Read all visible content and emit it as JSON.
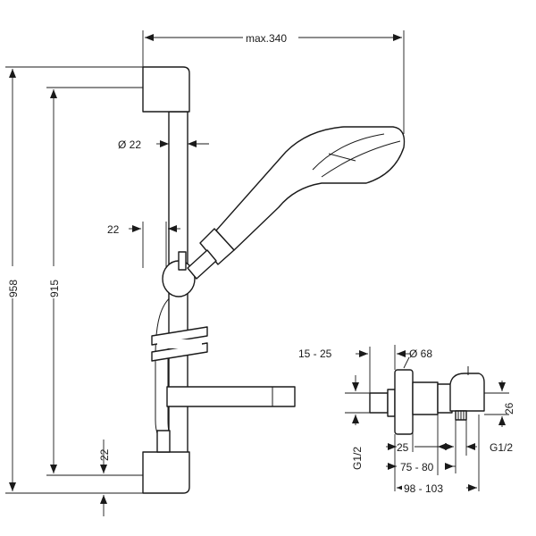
{
  "shower_set": {
    "dimensions": {
      "max_width": "max.340",
      "pipe_diameter": "Ø 22",
      "bracket_offset": "22",
      "total_height": "958",
      "rail_length": "915",
      "bottom_offset": "22"
    }
  },
  "thermostat": {
    "dimensions": {
      "wall_depth": "15 - 25",
      "rosette_diameter": "Ø 68",
      "inlet_thread_left": "G1/2",
      "inlet_thread_right": "G1/2",
      "body_height": "26",
      "outlet_offset": "25",
      "center_distance": "75 - 80",
      "overall_length": "98 - 103"
    }
  }
}
